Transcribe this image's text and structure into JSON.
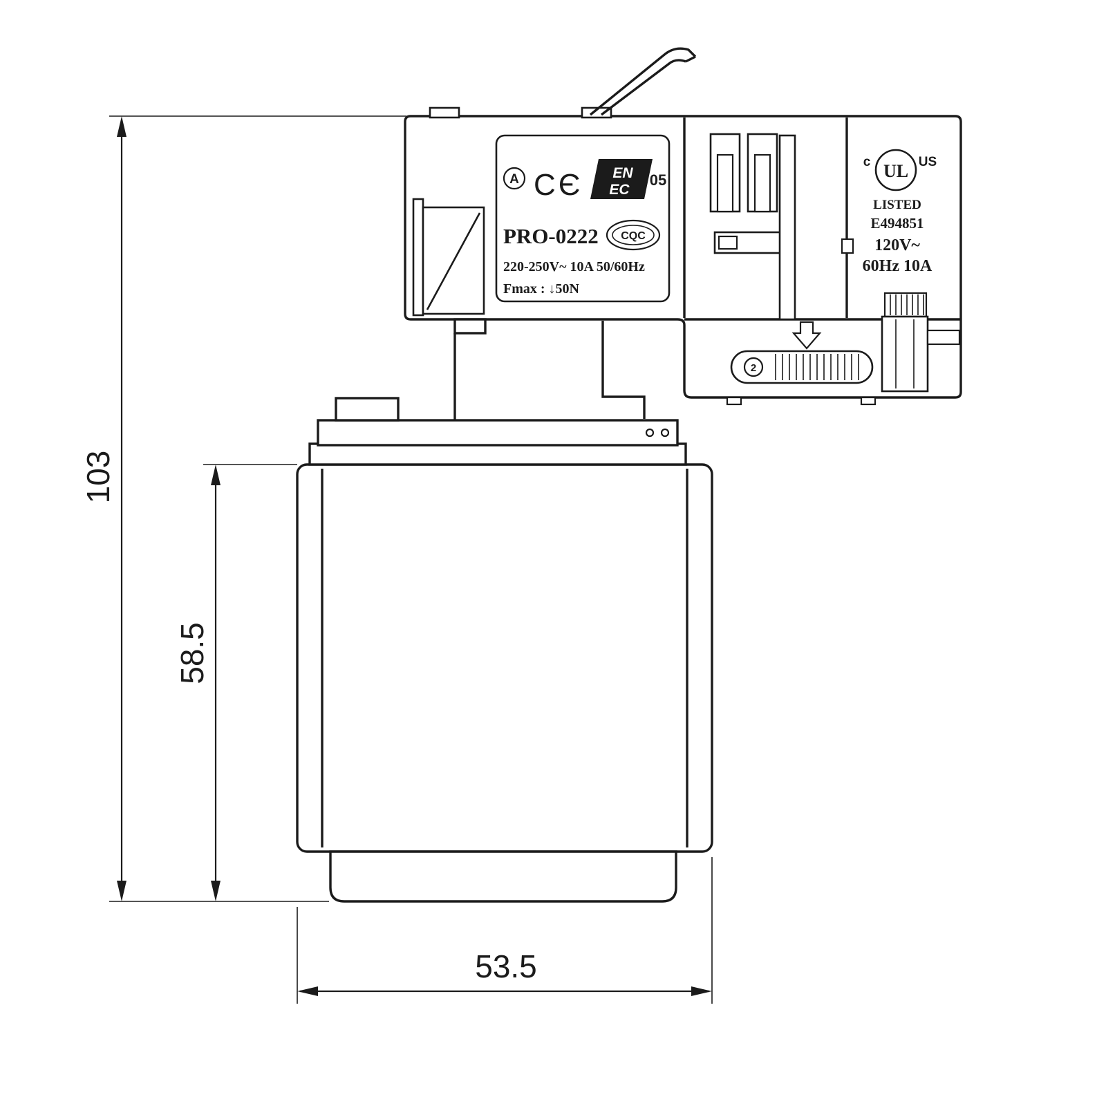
{
  "colors": {
    "ink": "#1b1b1b",
    "paper": "#ffffff"
  },
  "dimensions": {
    "total_height": "103",
    "body_height": "58.5",
    "body_width": "53.5"
  },
  "plate": {
    "approval_circle": "A",
    "ce_mark": "CЄ",
    "enec_line1": "EN",
    "enec_line2": "EC",
    "enec_number": "05",
    "model": "PRO-0222",
    "cqc_mark": "CQC",
    "rating_line": "220-250V~ 10A 50/60Hz",
    "fmax_line": "Fmax : ↓50N"
  },
  "ul_block": {
    "c": "c",
    "ul": "UL",
    "us": "US",
    "listed": "LISTED",
    "file_number": "E494851",
    "voltage": "120V~",
    "frequency": "60Hz 10A"
  },
  "wheel": {
    "marking": "2"
  }
}
